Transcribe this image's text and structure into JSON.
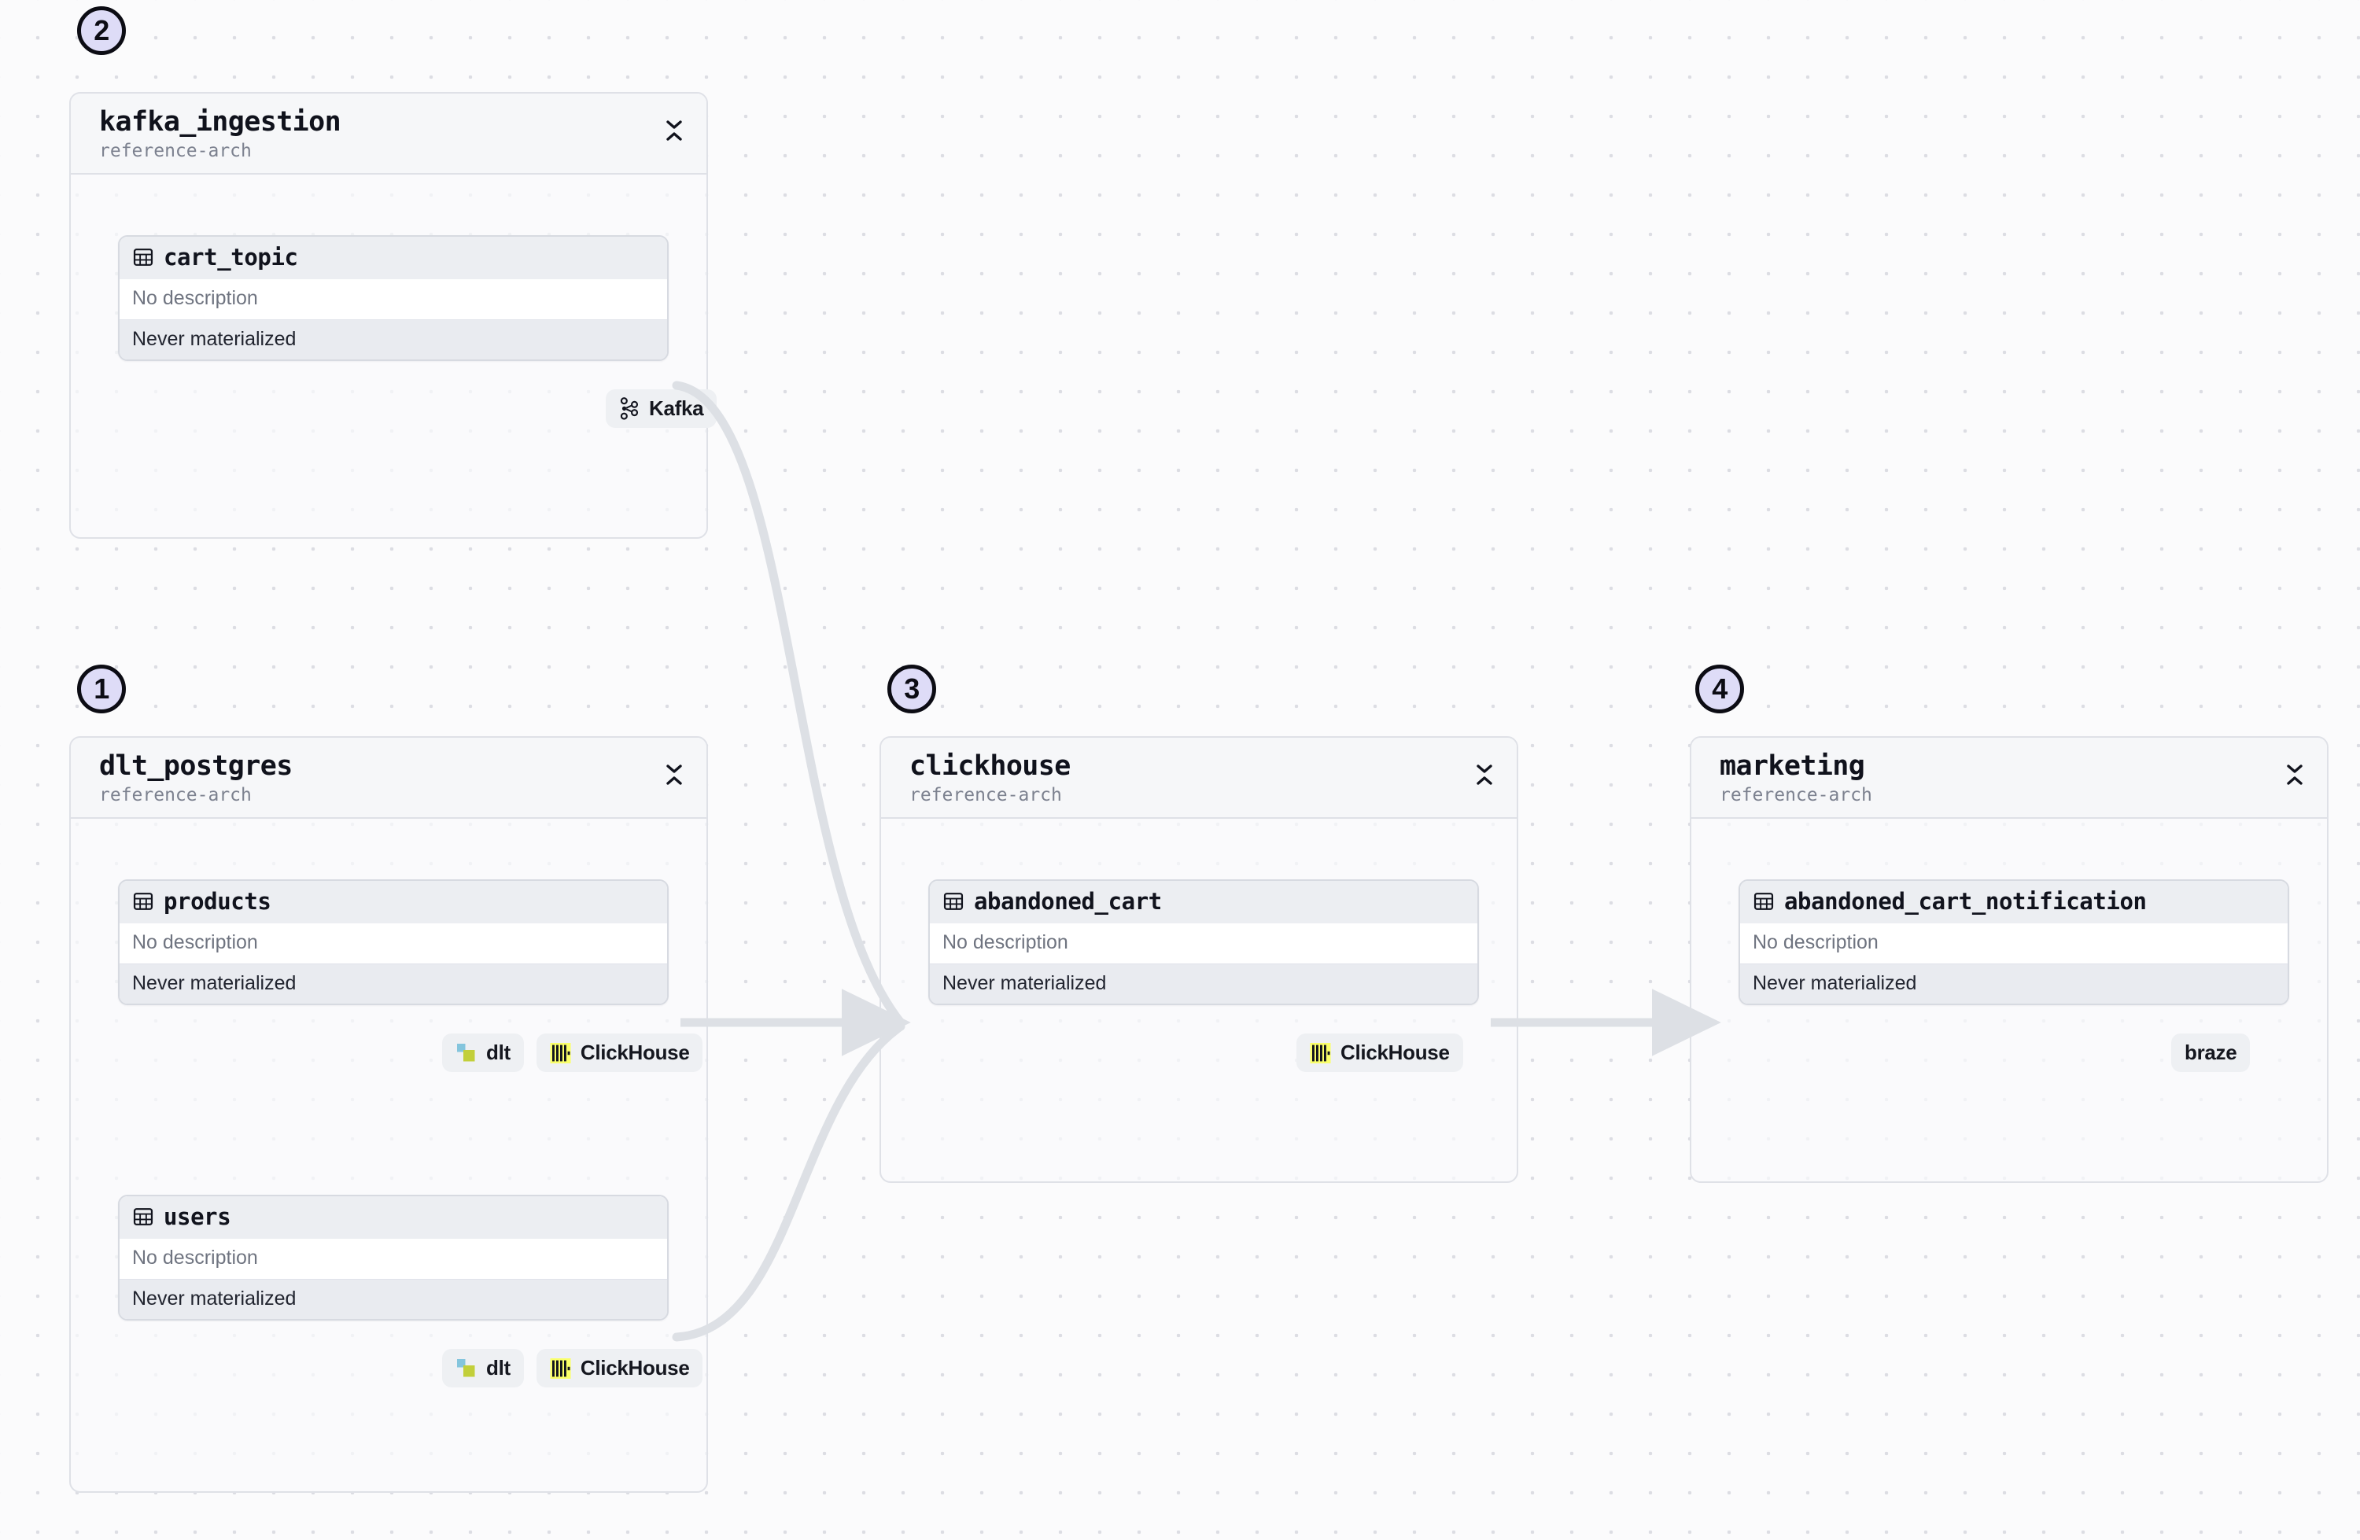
{
  "canvas": {
    "background": "#fbfbfc",
    "dot_color": "#dcdde3",
    "accent_badge_fill": "#dedcf7",
    "edge_color": "#dde0e5"
  },
  "steps": [
    {
      "number": "1",
      "target": "dlt_postgres"
    },
    {
      "number": "2",
      "target": "kafka_ingestion"
    },
    {
      "number": "3",
      "target": "clickhouse"
    },
    {
      "number": "4",
      "target": "marketing"
    }
  ],
  "groups": [
    {
      "id": "kafka_ingestion",
      "title": "kafka_ingestion",
      "subtitle": "reference-arch",
      "collapse_icon": "collapse-chevrons-icon",
      "tables": [
        {
          "name": "cart_topic",
          "icon": "table-grid-icon",
          "description": "No description",
          "materialization": "Never materialized",
          "badges": [
            {
              "label": "Kafka",
              "logo": "kafka-logo-icon"
            }
          ]
        }
      ]
    },
    {
      "id": "dlt_postgres",
      "title": "dlt_postgres",
      "subtitle": "reference-arch",
      "collapse_icon": "collapse-chevrons-icon",
      "tables": [
        {
          "name": "products",
          "icon": "table-grid-icon",
          "description": "No description",
          "materialization": "Never materialized",
          "badges": [
            {
              "label": "dlt",
              "logo": "dlt-logo-icon"
            },
            {
              "label": "ClickHouse",
              "logo": "clickhouse-logo-icon"
            }
          ]
        },
        {
          "name": "users",
          "icon": "table-grid-icon",
          "description": "No description",
          "materialization": "Never materialized",
          "badges": [
            {
              "label": "dlt",
              "logo": "dlt-logo-icon"
            },
            {
              "label": "ClickHouse",
              "logo": "clickhouse-logo-icon"
            }
          ]
        }
      ]
    },
    {
      "id": "clickhouse",
      "title": "clickhouse",
      "subtitle": "reference-arch",
      "collapse_icon": "collapse-chevrons-icon",
      "tables": [
        {
          "name": "abandoned_cart",
          "icon": "table-grid-icon",
          "description": "No description",
          "materialization": "Never materialized",
          "badges": [
            {
              "label": "ClickHouse",
              "logo": "clickhouse-logo-icon"
            }
          ]
        }
      ]
    },
    {
      "id": "marketing",
      "title": "marketing",
      "subtitle": "reference-arch",
      "collapse_icon": "collapse-chevrons-icon",
      "tables": [
        {
          "name": "abandoned_cart_notification",
          "icon": "table-grid-icon",
          "description": "No description",
          "materialization": "Never materialized",
          "badges": [
            {
              "label": "braze",
              "logo": "none"
            }
          ]
        }
      ]
    }
  ],
  "edges": [
    {
      "from": "cart_topic",
      "to": "abandoned_cart"
    },
    {
      "from": "products",
      "to": "abandoned_cart"
    },
    {
      "from": "users",
      "to": "abandoned_cart"
    },
    {
      "from": "abandoned_cart",
      "to": "abandoned_cart_notification"
    }
  ]
}
